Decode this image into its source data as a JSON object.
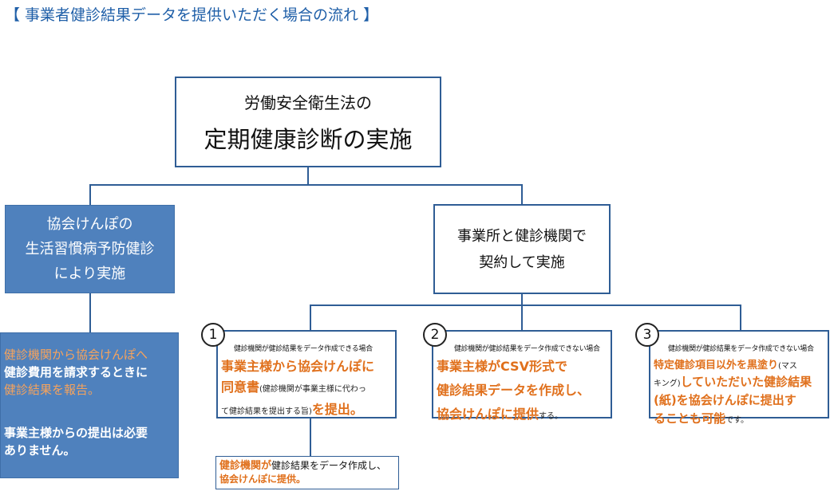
{
  "title": "【 事業者健診結果データを提供いただく場合の流れ 】",
  "top_box": {
    "line1": "労働安全衛生法の",
    "line2": "定期健康診断の実施"
  },
  "left_box": {
    "line1": "協会けんぽの",
    "line2": "生活習慣病予防健診",
    "line3": "により実施"
  },
  "left_note": {
    "line1": "健診機関から協会けんぽへ",
    "line2": "健診費用を請求するときに",
    "line3": "健診結果を報告。",
    "line4": "事業主様からの提出は必要",
    "line5": "ありません。"
  },
  "right_box": {
    "line1": "事業所と健診機関で",
    "line2": "契約して実施"
  },
  "case1": {
    "number": "1",
    "note": "健診機関が健診結果をデータ作成できる場合",
    "line1": "事業主様から協会けんぽに",
    "line2_main": "同意書",
    "line2_small": "(健診機関が事業主様に代わっ",
    "line3_small": "て健診結果を提出する旨)",
    "line3_main": "を提出。"
  },
  "case1_sub": {
    "part1": "健診機関が",
    "part2": "健診結果をデータ作成し、",
    "part3": "協会けんぽに提供。"
  },
  "case2": {
    "number": "2",
    "note": "健診機関が健診結果をデータ作成できない場合",
    "line1": "事業主様がCSV形式で",
    "line2": "健診結果データを作成し、",
    "line3_main": "協会けんぽに提供",
    "line3_small": "する。"
  },
  "case3": {
    "number": "3",
    "note": "健診機関が健診結果をデータ作成できない場合",
    "line1_main": "特定健診項目以外を黒塗り",
    "line1_small": "(マス",
    "line2_small": "キング)",
    "line2_main": "していただいた健診結果",
    "line3": "(紙)を協会けんぽに提出す",
    "line4_main": "ることも可能",
    "line4_small": "です。"
  },
  "colors": {
    "accent_orange": "#e0701c",
    "box_blue": "#4f81bd",
    "line_blue": "#2f5d95",
    "title_blue": "#1f5fa8"
  }
}
